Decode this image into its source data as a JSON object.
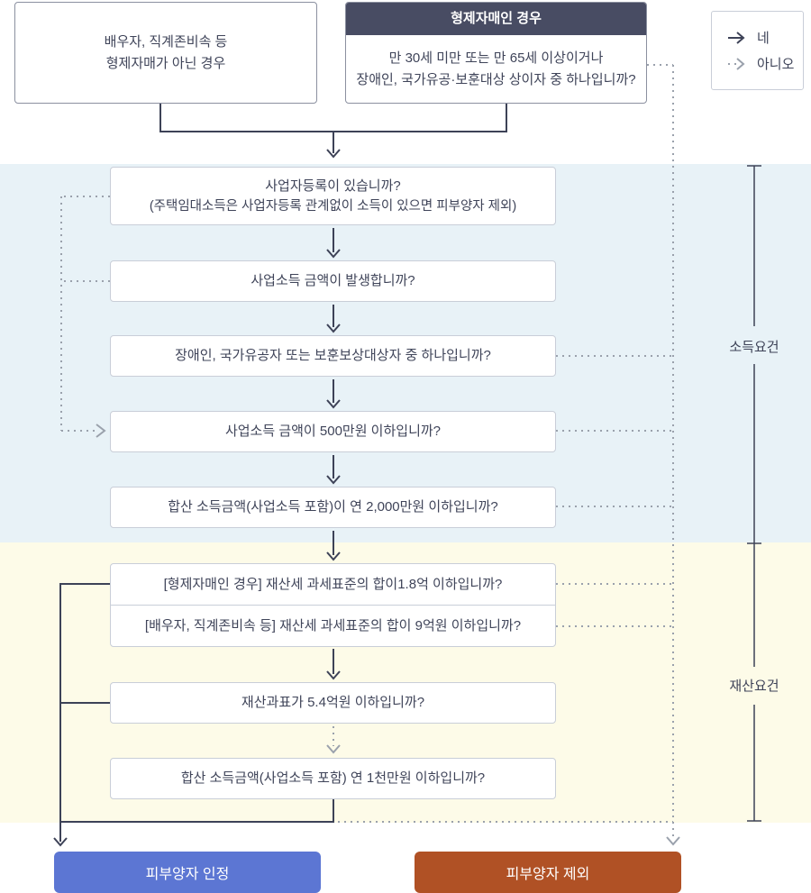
{
  "legend": {
    "yes": "네",
    "no": "아니오"
  },
  "top": {
    "non_sibling": {
      "line1": "배우자, 직계존비속 등",
      "line2": "형제자매가 아닌 경우"
    },
    "sibling": {
      "header": "형제자매인 경우",
      "line1": "만 30세 미만 또는 만 65세 이상이거나",
      "line2": "장애인, 국가유공·보훈대상 상이자 중 하나입니까?"
    }
  },
  "income": {
    "label": "소득요건",
    "step1_line1": "사업자등록이 있습니까?",
    "step1_line2": "(주택임대소득은 사업자등록 관계없이 소득이 있으면 피부양자 제외)",
    "step2": "사업소득 금액이 발생합니까?",
    "step3": "장애인, 국가유공자 또는 보훈보상대상자 중 하나입니까?",
    "step4": "사업소득 금액이 500만원 이하입니까?",
    "step5": "합산 소득금액(사업소득 포함)이 연 2,000만원 이하입니까?"
  },
  "property": {
    "label": "재산요건",
    "step1_top": "[형제자매인 경우] 재산세 과세표준의 합이1.8억 이하입니까?",
    "step1_bottom": "[배우자, 직계존비속 등] 재산세 과세표준의 합이 9억원 이하입니까?",
    "step2": "재산과표가 5.4억원 이하입니까?",
    "step3": "합산 소득금액(사업소득 포함) 연 1천만원 이하입니까?"
  },
  "results": {
    "accept": "피부양자 인정",
    "exclude": "피부양자 제외"
  },
  "colors": {
    "income_bg": "#e8f2f7",
    "property_bg": "#fdfbe8",
    "header_bg": "#484c63",
    "accept_bg": "#5c76d3",
    "exclude_bg": "#b05125",
    "line_dark": "#3d4257",
    "line_dot": "#9aa1ac",
    "box_border": "#c9ced8",
    "text": "#3f4459"
  }
}
